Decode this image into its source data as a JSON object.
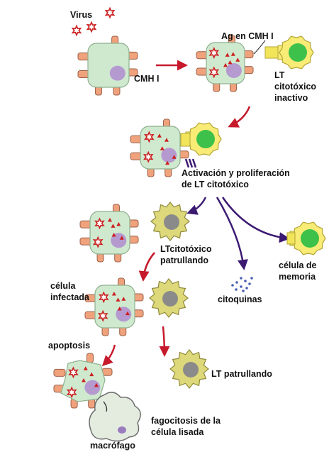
{
  "labels": {
    "virus": "Virus",
    "cmh": "CMH I",
    "ag_cmh": "Ag en CMH I",
    "lt_inactivo": [
      "LT",
      "citotóxico",
      "inactivo"
    ],
    "activacion": [
      "Activación y proliferación",
      "de LT citotóxico"
    ],
    "lt_patrullando_1": [
      "LTcitotóxico",
      "patrullando"
    ],
    "celula_infectada": [
      "célula",
      "infectada"
    ],
    "citoquinas": "citoquinas",
    "celula_memoria": [
      "célula de",
      "memoria"
    ],
    "apoptosis": "apoptosis",
    "lt_patrullando_2": "LT patrullando",
    "fagocitosis": [
      "fagocitosis de la",
      "célula lisada"
    ],
    "macrofago": "macrófago"
  },
  "colors": {
    "infected_cell": "#cfe9cf",
    "receptor": "#f0a27c",
    "nucleus_infected": "#b59ad0",
    "lt_active_fill": "#f8ec76",
    "lt_active_nucleus": "#3ec14a",
    "lt_patrol_fill": "#ddd87a",
    "lt_patrol_nucleus": "#8a8a8a",
    "virus": "#cc2020",
    "arrow_red": "#c61a2c",
    "arrow_purple": "#3c1a72",
    "cytokine": "#4a5fb5",
    "macrophage": "#e4ece0"
  }
}
